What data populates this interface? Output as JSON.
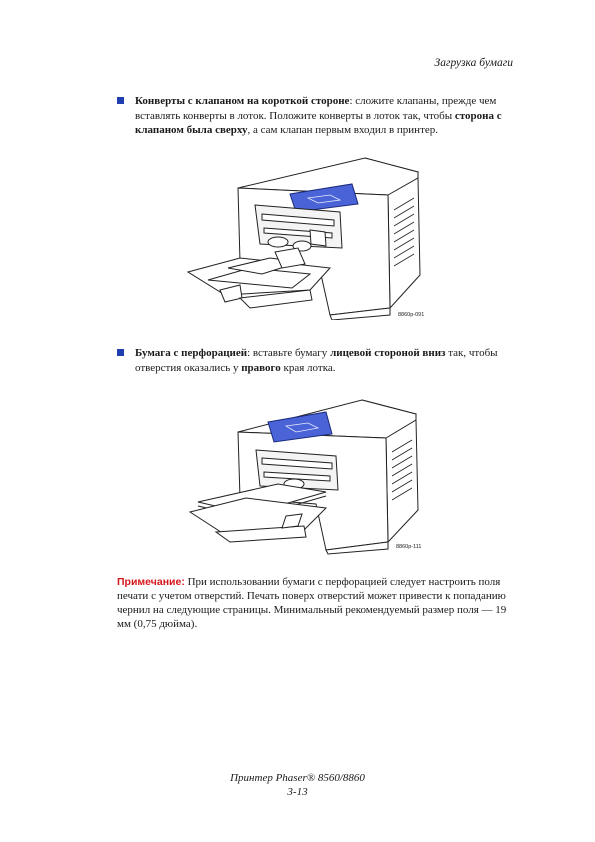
{
  "header": {
    "section_title": "Загрузка бумаги"
  },
  "item1": {
    "bold_a": "Конверты с клапаном на короткой стороне",
    "text_b": ": сложите клапаны, прежде чем вставлять конверты в лоток. Положите конверты в лоток так, чтобы ",
    "bold_c": "сторона с клапаном была сверху",
    "text_d": ", а сам клапан первым входил в принтер.",
    "figure_code": "8860p-091"
  },
  "item2": {
    "bold_a": "Бумага с перфорацией",
    "text_b": ": вставьте бумагу ",
    "bold_c": "лицевой стороной вниз",
    "text_d": " так, чтобы отверстия оказались у ",
    "bold_e": "правого",
    "text_f": " края лотка.",
    "figure_code": "8860p-111"
  },
  "note": {
    "label": "Примечание:",
    "text": " При использовании бумаги с перфорацией следует настроить поля печати с учетом отверстий. Печать поверх отверстий может привести к попаданию чернил на следующие страницы. Минимальный рекомендуемый размер поля — 19 мм (0,75 дюйма)."
  },
  "footer": {
    "product": "Принтер Phaser® 8560/8860",
    "page_number": "3-13"
  },
  "colors": {
    "bullet": "#1f3fb0",
    "note_label": "#d4161c",
    "printer_panel": "#4a63d6"
  }
}
